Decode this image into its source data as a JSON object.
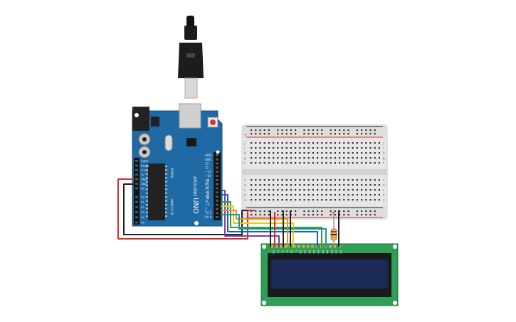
{
  "arduino": {
    "model": "UNO",
    "brand": "ARDUINO",
    "color": "#1f6aa5",
    "header_digital_label": "DIGITAL (PWM ~)",
    "header_power_label": "POWER",
    "header_analog_label": "ANALOG IN",
    "right_pins": [
      "AREF",
      "GND",
      "13",
      "12",
      "~11",
      "~10",
      "~9",
      "8",
      "7",
      "~6",
      "~5",
      "4",
      "~3",
      "2",
      "TX 1",
      "RX 0"
    ],
    "left_pins": [
      "IOREF",
      "RESET",
      "3.3V",
      "5V",
      "GND",
      "GND",
      "Vin",
      "A0",
      "A1",
      "A2",
      "A3",
      "A4",
      "A5"
    ]
  },
  "breadboard": {
    "row_letters_top": [
      "j",
      "i",
      "h",
      "g",
      "f"
    ],
    "row_letters_bottom": [
      "e",
      "d",
      "c",
      "b",
      "a"
    ],
    "rail_minus": "-",
    "rail_plus": "+"
  },
  "lcd": {
    "board_color": "#2f9e56",
    "screen_color": "#1b2a55",
    "pin_labels": [
      "GND",
      "VCC",
      "V0",
      "RS",
      "RW",
      "E",
      "DB0",
      "DB1",
      "DB2",
      "DB3",
      "DB4",
      "DB5",
      "DB6",
      "DB7",
      "LED",
      "LED"
    ]
  },
  "wire_colors": {
    "red": "#d32f2f",
    "black": "#222222",
    "purple": "#7b3fa0",
    "blue": "#1e5bc6",
    "green": "#2e9e3e",
    "yellow": "#f0c419",
    "orange": "#f08c1a",
    "teal": "#159a9c"
  }
}
